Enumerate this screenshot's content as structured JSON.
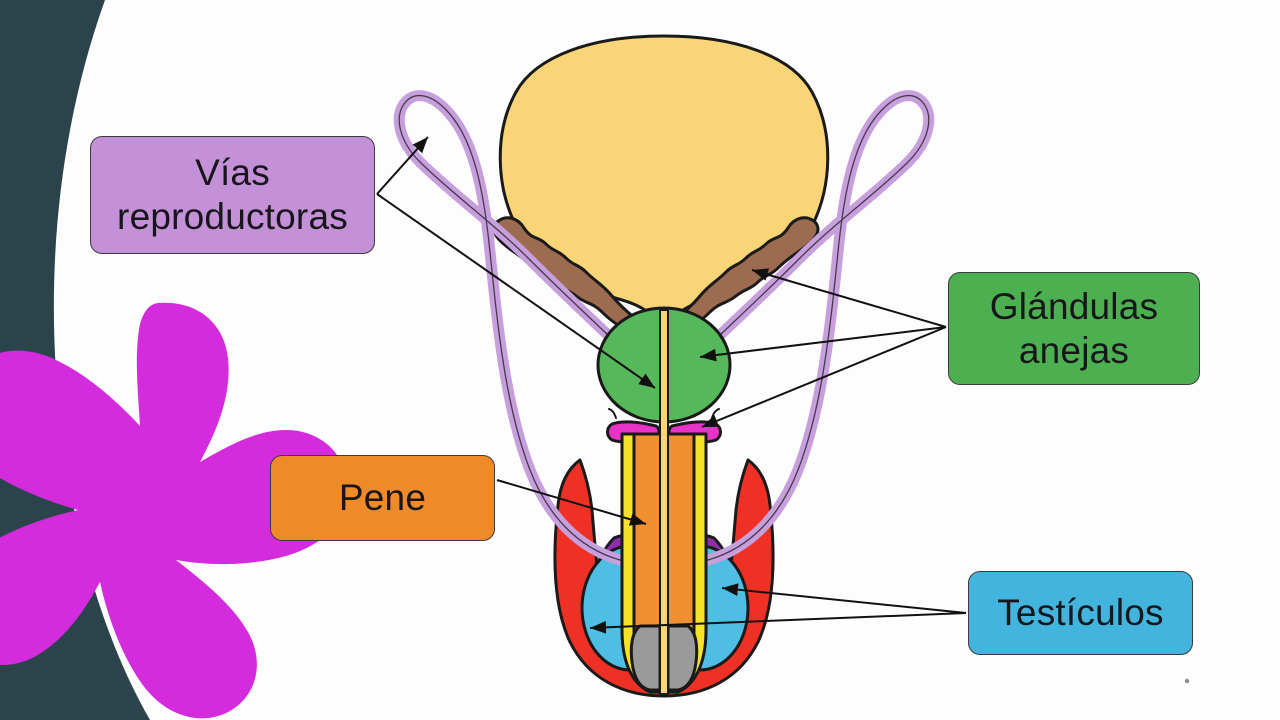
{
  "slide": {
    "background_color": "#2b444c",
    "canvas_color": "#ffffff",
    "decoration_color": "#d42bdd",
    "decoration_name": "magenta-star-splat"
  },
  "labels": [
    {
      "id": "vias",
      "name": "vias-reproductoras",
      "line1": "Vías",
      "line2": "reproductoras",
      "color": "#c490d8",
      "points_to": [
        "conducto-deferente",
        "uretra-prostatica"
      ]
    },
    {
      "id": "glandulas",
      "name": "glandulas-anejas",
      "line1": "Glándulas",
      "line2": "anejas",
      "color": "#4cb050",
      "points_to": [
        "vesicula-seminal",
        "prostata",
        "glandula-bulbouretral"
      ]
    },
    {
      "id": "pene",
      "name": "pene",
      "line1": "Pene",
      "line2": "",
      "color": "#ef8a2b",
      "points_to": [
        "cuerpo-del-pene"
      ]
    },
    {
      "id": "testiculos",
      "name": "testiculos",
      "line1": "Testículos",
      "line2": "",
      "color": "#43b4dd",
      "points_to": [
        "testiculo-derecho",
        "testiculo-izquierdo"
      ]
    }
  ],
  "diagram": {
    "name": "aparato-reproductor-masculino",
    "parts": [
      {
        "name": "vejiga-urinaria",
        "color": "#f9d578"
      },
      {
        "name": "conducto-deferente",
        "color": "#c79fdd"
      },
      {
        "name": "vesicula-seminal",
        "color": "#9d6b4f"
      },
      {
        "name": "prostata",
        "color": "#55b85a"
      },
      {
        "name": "glandula-bulbouretral",
        "color": "#e832c8"
      },
      {
        "name": "cuerpo-del-pene",
        "color": "#f09030"
      },
      {
        "name": "uretra",
        "color": "#f7e22a"
      },
      {
        "name": "glande",
        "color": "#9a9a9a"
      },
      {
        "name": "escroto",
        "color": "#ee3124"
      },
      {
        "name": "epididimo",
        "color": "#8d2fa8"
      },
      {
        "name": "testiculo",
        "color": "#4ebee4"
      }
    ],
    "outline_color": "#1a1a1a"
  }
}
